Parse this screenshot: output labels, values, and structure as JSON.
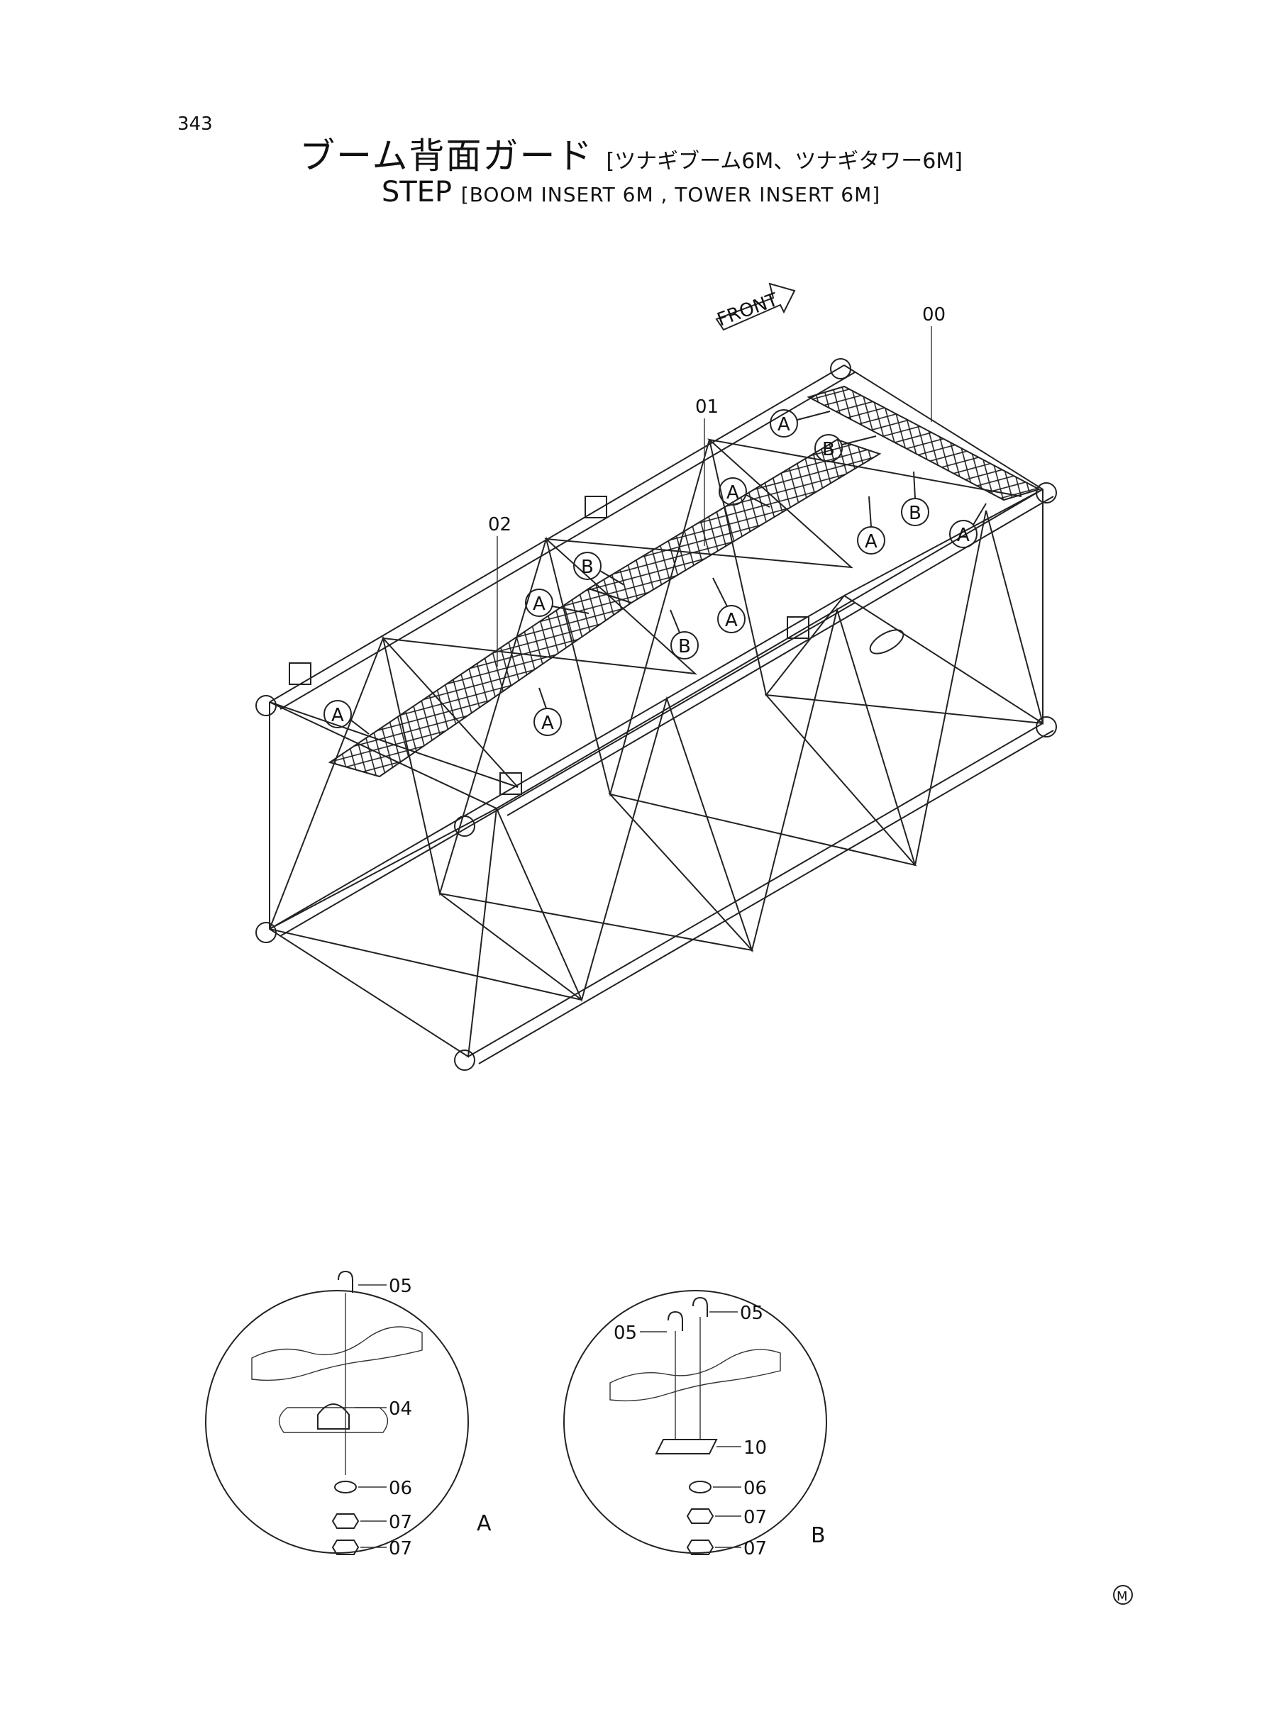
{
  "page_number": "343",
  "title": {
    "jp_main": "ブーム背面ガード",
    "jp_sub": "[ツナギブーム6M、ツナギタワー6M]",
    "en_main": "STEP",
    "en_sub": "[BOOM INSERT 6M , TOWER INSERT 6M]"
  },
  "front_label": "FRONT",
  "part_labels": {
    "p00": "00",
    "p01": "01",
    "p02": "02",
    "p04": "04",
    "p05": "05",
    "p06": "06",
    "p07": "07",
    "p10": "10"
  },
  "callout_letters": {
    "a": "A",
    "b": "B"
  },
  "detail_views": {
    "a": "A",
    "b": "B"
  },
  "manufacturer_mark": "M"
}
